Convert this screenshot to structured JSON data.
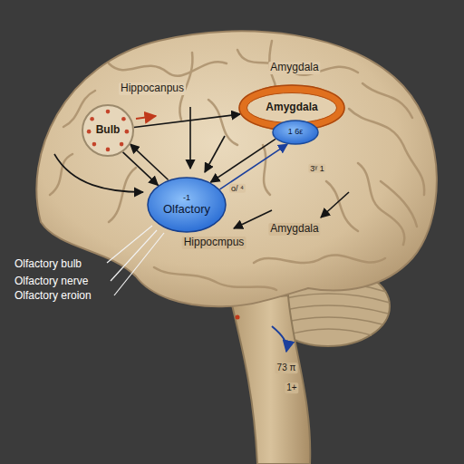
{
  "diagram": {
    "nodes": [
      {
        "text": [
          "Amygdala"
        ]
      },
      {
        "text": [
          "1 6ε"
        ]
      },
      {
        "text": [
          "Bulb"
        ]
      },
      {
        "text": [
          "-1",
          "Olfactory"
        ]
      }
    ],
    "edges": [
      {
        "from": 2,
        "to": 0,
        "arrow": "to"
      },
      {
        "from": 2,
        "to": 3,
        "arrow": "to"
      },
      {
        "from": 3,
        "to": 2,
        "arrow": "to"
      },
      {
        "from": 3,
        "to": 1,
        "arrow": "to"
      },
      {
        "from": 1,
        "to": 3,
        "arrow": "to"
      }
    ],
    "labels": [
      "Hippocanpus",
      "Amygdala",
      "o/ ⁴",
      "3ᵞ 1",
      "Amygdala",
      "Hippocmpus",
      "Olfactory bulb",
      "Olfactory nerve",
      "Olfactory eroion",
      "73 π",
      "1+"
    ]
  }
}
